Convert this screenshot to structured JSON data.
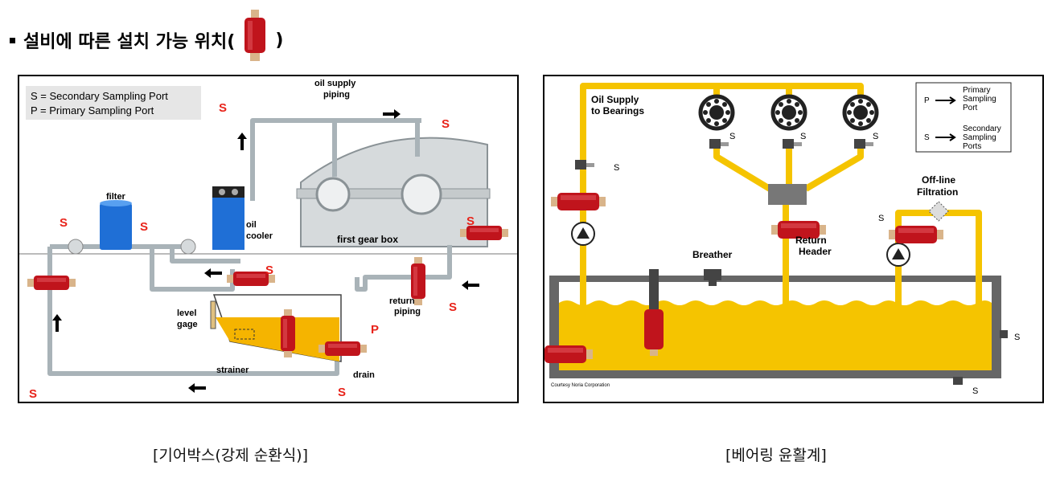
{
  "header": {
    "title": "설비에 따른 설치 가능 위치(",
    "title_close": ")",
    "icon": "sampling-valve-icon"
  },
  "left_diagram": {
    "legend_s": "S = Secondary Sampling Port",
    "legend_p": "P = Primary Sampling Port",
    "oil_supply": "oil supply",
    "piping": "piping",
    "filter": "filter",
    "oil": "oil",
    "cooler": "cooler",
    "gear_box": "first gear box",
    "level": "level",
    "gage": "gage",
    "strainer": "strainer",
    "drain": "drain",
    "return": "return",
    "piping2": "piping",
    "s": "S",
    "p": "P",
    "caption": "[기어박스(강제 순환식)]"
  },
  "right_diagram": {
    "oil_supply": "Oil Supply",
    "to_bearings": "to Bearings",
    "legend_p": "P",
    "legend_primary": "Primary",
    "legend_sampling": "Sampling",
    "legend_port": "Port",
    "legend_s": "S",
    "legend_secondary": "Secondary",
    "legend_sampling2": "Sampling",
    "legend_ports": "Ports",
    "offline": "Off-line",
    "filtration": "Filtration",
    "breather": "Breather",
    "return": "Return",
    "header": "Header",
    "courtesy": "Courtesy Noria Corporation",
    "s": "S",
    "caption": "[베어링 윤활계]"
  },
  "colors": {
    "valve_red": "#c0141c",
    "oil_yellow": "#f5c400",
    "pipe_gray": "#b8c0c4",
    "cooler_blue": "#1f6fd6",
    "s_red": "#e8231a"
  }
}
